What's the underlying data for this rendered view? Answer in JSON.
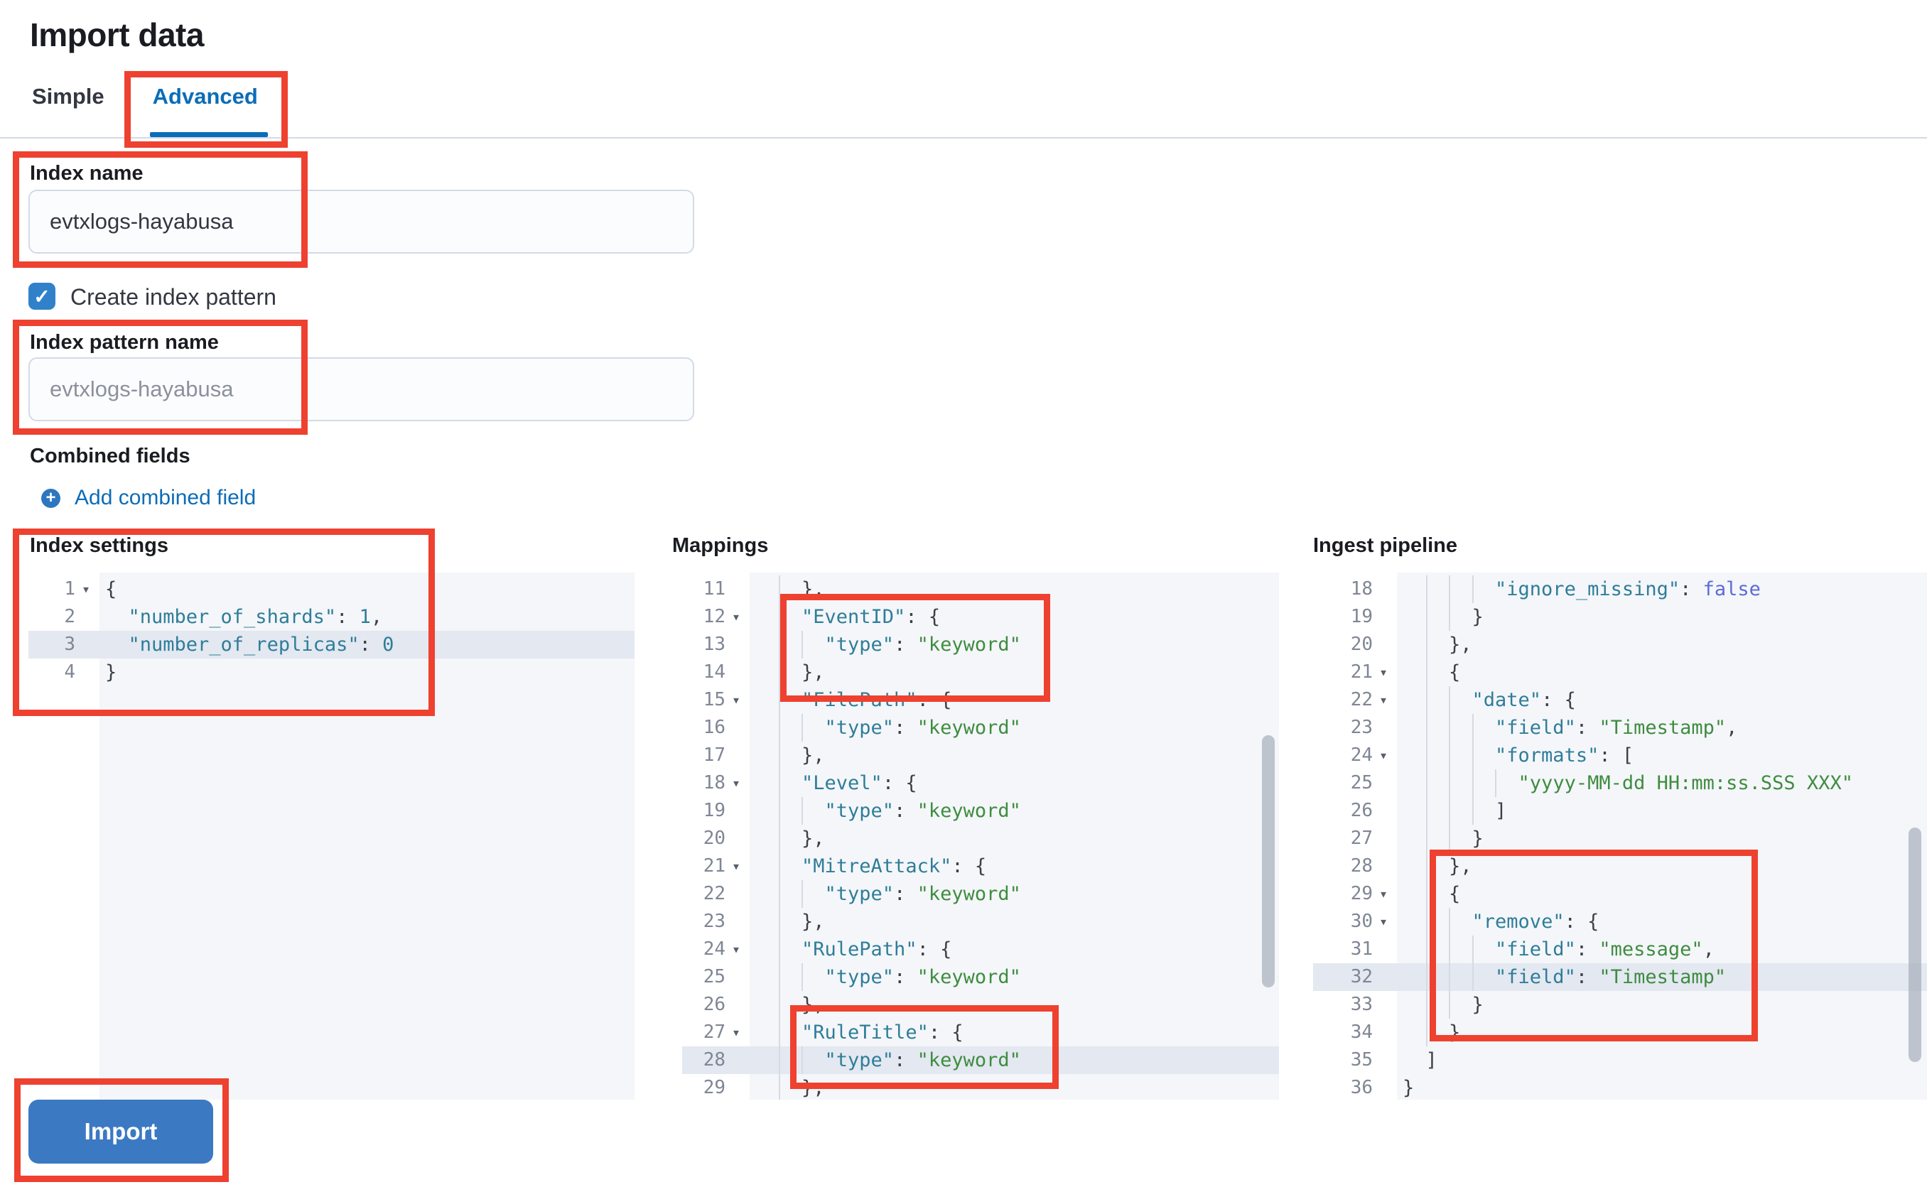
{
  "page": {
    "title": "Import data"
  },
  "tabs": [
    {
      "label": "Simple",
      "active": false
    },
    {
      "label": "Advanced",
      "active": true
    }
  ],
  "form": {
    "index_name": {
      "label": "Index name",
      "value": "evtxlogs-hayabusa"
    },
    "create_index_pattern": {
      "label": "Create index pattern",
      "checked": true
    },
    "index_pattern_name": {
      "label": "Index pattern name",
      "placeholder": "evtxlogs-hayabusa"
    },
    "combined_fields": {
      "label": "Combined fields",
      "add_link": "Add combined field"
    }
  },
  "icons": {
    "check": "✓",
    "plus": "+",
    "fold": "▾"
  },
  "colors": {
    "annotation_red": "#ee4130",
    "primary_blue": "#0a6db8",
    "button_blue": "#3b79c3",
    "code_key": "#2f7d99",
    "code_string": "#3f8c40",
    "code_bool": "#5c6bd6",
    "active_line_bg": "#e3e8f1"
  },
  "import_button": {
    "label": "Import"
  },
  "editors": [
    {
      "id": "index-settings-editor",
      "label": "Index settings",
      "lines": [
        {
          "n": 1,
          "fold": true,
          "active": false,
          "ind": 0,
          "seg": [
            [
              "p",
              "{"
            ]
          ]
        },
        {
          "n": 2,
          "fold": false,
          "active": false,
          "ind": 1,
          "seg": [
            [
              "k",
              "\"number_of_shards\""
            ],
            [
              "p",
              ": "
            ],
            [
              "n",
              "1"
            ],
            [
              "p",
              ","
            ]
          ]
        },
        {
          "n": 3,
          "fold": false,
          "active": true,
          "ind": 1,
          "seg": [
            [
              "k",
              "\"number_of_replicas\""
            ],
            [
              "p",
              ": "
            ],
            [
              "n",
              "0"
            ]
          ]
        },
        {
          "n": 4,
          "fold": false,
          "active": false,
          "ind": 0,
          "seg": [
            [
              "p",
              "}"
            ]
          ]
        }
      ]
    },
    {
      "id": "mappings-editor",
      "label": "Mappings",
      "lines": [
        {
          "n": 11,
          "fold": false,
          "active": false,
          "ind": 2,
          "seg": [
            [
              "p",
              "},"
            ]
          ]
        },
        {
          "n": 12,
          "fold": true,
          "active": false,
          "ind": 2,
          "seg": [
            [
              "k",
              "\"EventID\""
            ],
            [
              "p",
              ": {"
            ]
          ]
        },
        {
          "n": 13,
          "fold": false,
          "active": false,
          "ind": 3,
          "seg": [
            [
              "k",
              "\"type\""
            ],
            [
              "p",
              ": "
            ],
            [
              "s",
              "\"keyword\""
            ]
          ]
        },
        {
          "n": 14,
          "fold": false,
          "active": false,
          "ind": 2,
          "seg": [
            [
              "p",
              "},"
            ]
          ]
        },
        {
          "n": 15,
          "fold": true,
          "active": false,
          "ind": 2,
          "seg": [
            [
              "k",
              "\"FilePath\""
            ],
            [
              "p",
              ": {"
            ]
          ]
        },
        {
          "n": 16,
          "fold": false,
          "active": false,
          "ind": 3,
          "seg": [
            [
              "k",
              "\"type\""
            ],
            [
              "p",
              ": "
            ],
            [
              "s",
              "\"keyword\""
            ]
          ]
        },
        {
          "n": 17,
          "fold": false,
          "active": false,
          "ind": 2,
          "seg": [
            [
              "p",
              "},"
            ]
          ]
        },
        {
          "n": 18,
          "fold": true,
          "active": false,
          "ind": 2,
          "seg": [
            [
              "k",
              "\"Level\""
            ],
            [
              "p",
              ": {"
            ]
          ]
        },
        {
          "n": 19,
          "fold": false,
          "active": false,
          "ind": 3,
          "seg": [
            [
              "k",
              "\"type\""
            ],
            [
              "p",
              ": "
            ],
            [
              "s",
              "\"keyword\""
            ]
          ]
        },
        {
          "n": 20,
          "fold": false,
          "active": false,
          "ind": 2,
          "seg": [
            [
              "p",
              "},"
            ]
          ]
        },
        {
          "n": 21,
          "fold": true,
          "active": false,
          "ind": 2,
          "seg": [
            [
              "k",
              "\"MitreAttack\""
            ],
            [
              "p",
              ": {"
            ]
          ]
        },
        {
          "n": 22,
          "fold": false,
          "active": false,
          "ind": 3,
          "seg": [
            [
              "k",
              "\"type\""
            ],
            [
              "p",
              ": "
            ],
            [
              "s",
              "\"keyword\""
            ]
          ]
        },
        {
          "n": 23,
          "fold": false,
          "active": false,
          "ind": 2,
          "seg": [
            [
              "p",
              "},"
            ]
          ]
        },
        {
          "n": 24,
          "fold": true,
          "active": false,
          "ind": 2,
          "seg": [
            [
              "k",
              "\"RulePath\""
            ],
            [
              "p",
              ": {"
            ]
          ]
        },
        {
          "n": 25,
          "fold": false,
          "active": false,
          "ind": 3,
          "seg": [
            [
              "k",
              "\"type\""
            ],
            [
              "p",
              ": "
            ],
            [
              "s",
              "\"keyword\""
            ]
          ]
        },
        {
          "n": 26,
          "fold": false,
          "active": false,
          "ind": 2,
          "seg": [
            [
              "p",
              "},"
            ]
          ]
        },
        {
          "n": 27,
          "fold": true,
          "active": false,
          "ind": 2,
          "seg": [
            [
              "k",
              "\"RuleTitle\""
            ],
            [
              "p",
              ": {"
            ]
          ]
        },
        {
          "n": 28,
          "fold": false,
          "active": true,
          "ind": 3,
          "seg": [
            [
              "k",
              "\"type\""
            ],
            [
              "p",
              ": "
            ],
            [
              "s",
              "\"keyword\""
            ]
          ]
        },
        {
          "n": 29,
          "fold": false,
          "active": false,
          "ind": 2,
          "seg": [
            [
              "p",
              "},"
            ]
          ]
        }
      ]
    },
    {
      "id": "ingest-pipeline-editor",
      "label": "Ingest pipeline",
      "lines": [
        {
          "n": 18,
          "fold": false,
          "active": false,
          "ind": 4,
          "seg": [
            [
              "k",
              "\"ignore_missing\""
            ],
            [
              "p",
              ": "
            ],
            [
              "b",
              "false"
            ]
          ]
        },
        {
          "n": 19,
          "fold": false,
          "active": false,
          "ind": 3,
          "seg": [
            [
              "p",
              "}"
            ]
          ]
        },
        {
          "n": 20,
          "fold": false,
          "active": false,
          "ind": 2,
          "seg": [
            [
              "p",
              "},"
            ]
          ]
        },
        {
          "n": 21,
          "fold": true,
          "active": false,
          "ind": 2,
          "seg": [
            [
              "p",
              "{"
            ]
          ]
        },
        {
          "n": 22,
          "fold": true,
          "active": false,
          "ind": 3,
          "seg": [
            [
              "k",
              "\"date\""
            ],
            [
              "p",
              ": {"
            ]
          ]
        },
        {
          "n": 23,
          "fold": false,
          "active": false,
          "ind": 4,
          "seg": [
            [
              "k",
              "\"field\""
            ],
            [
              "p",
              ": "
            ],
            [
              "s",
              "\"Timestamp\""
            ],
            [
              "p",
              ","
            ]
          ]
        },
        {
          "n": 24,
          "fold": true,
          "active": false,
          "ind": 4,
          "seg": [
            [
              "k",
              "\"formats\""
            ],
            [
              "p",
              ": ["
            ]
          ]
        },
        {
          "n": 25,
          "fold": false,
          "active": false,
          "ind": 5,
          "seg": [
            [
              "s",
              "\"yyyy-MM-dd HH:mm:ss.SSS XXX\""
            ]
          ]
        },
        {
          "n": 26,
          "fold": false,
          "active": false,
          "ind": 4,
          "seg": [
            [
              "p",
              "]"
            ]
          ]
        },
        {
          "n": 27,
          "fold": false,
          "active": false,
          "ind": 3,
          "seg": [
            [
              "p",
              "}"
            ]
          ]
        },
        {
          "n": 28,
          "fold": false,
          "active": false,
          "ind": 2,
          "seg": [
            [
              "p",
              "},"
            ]
          ]
        },
        {
          "n": 29,
          "fold": true,
          "active": false,
          "ind": 2,
          "seg": [
            [
              "p",
              "{"
            ]
          ]
        },
        {
          "n": 30,
          "fold": true,
          "active": false,
          "ind": 3,
          "seg": [
            [
              "k",
              "\"remove\""
            ],
            [
              "p",
              ": {"
            ]
          ]
        },
        {
          "n": 31,
          "fold": false,
          "active": false,
          "ind": 4,
          "seg": [
            [
              "k",
              "\"field\""
            ],
            [
              "p",
              ": "
            ],
            [
              "s",
              "\"message\""
            ],
            [
              "p",
              ","
            ]
          ]
        },
        {
          "n": 32,
          "fold": false,
          "active": true,
          "ind": 4,
          "seg": [
            [
              "k",
              "\"field\""
            ],
            [
              "p",
              ": "
            ],
            [
              "s",
              "\"Timestamp\""
            ]
          ]
        },
        {
          "n": 33,
          "fold": false,
          "active": false,
          "ind": 3,
          "seg": [
            [
              "p",
              "}"
            ]
          ]
        },
        {
          "n": 34,
          "fold": false,
          "active": false,
          "ind": 2,
          "seg": [
            [
              "p",
              "}"
            ]
          ]
        },
        {
          "n": 35,
          "fold": false,
          "active": false,
          "ind": 1,
          "seg": [
            [
              "p",
              "]"
            ]
          ]
        },
        {
          "n": 36,
          "fold": false,
          "active": false,
          "ind": 0,
          "seg": [
            [
              "p",
              "}"
            ]
          ]
        }
      ]
    }
  ]
}
